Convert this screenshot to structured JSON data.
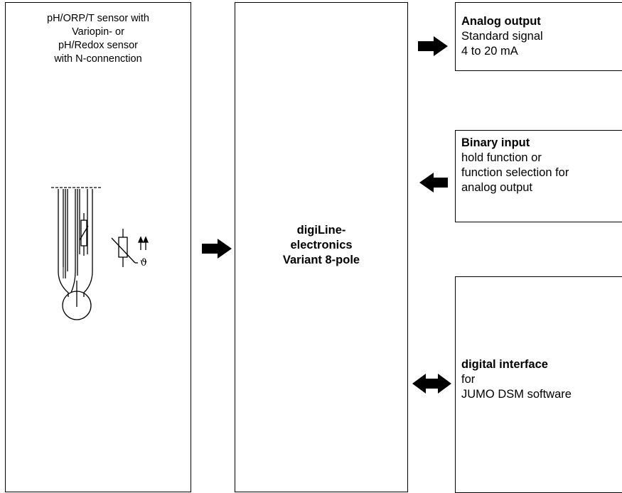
{
  "sensor": {
    "title_lines": [
      "pH/ORP/T sensor with",
      "Variopin- or",
      "pH/Redox sensor",
      "with N-connenction"
    ],
    "theta_symbol": "ϑ"
  },
  "electronics": {
    "title_lines": [
      "digiLine-",
      "electronics",
      "Variant 8-pole"
    ]
  },
  "analog_output": {
    "heading": "Analog output",
    "lines": [
      "Standard signal",
      "4 to 20 mA"
    ]
  },
  "binary_input": {
    "heading": "Binary input",
    "lines": [
      "hold function or",
      "function selection for",
      "analog output"
    ]
  },
  "digital_interface": {
    "heading": "digital interface",
    "lines": [
      "for",
      "JUMO DSM software"
    ]
  },
  "colors": {
    "line": "#000000",
    "background": "#ffffff"
  },
  "icons": {
    "sensor_probe": "ph-electrode-icon",
    "thermistor": "ntc-thermistor-icon",
    "arrow_right": "arrow-right-icon",
    "arrow_left": "arrow-left-icon",
    "arrow_bidirectional": "arrow-both-icon"
  }
}
